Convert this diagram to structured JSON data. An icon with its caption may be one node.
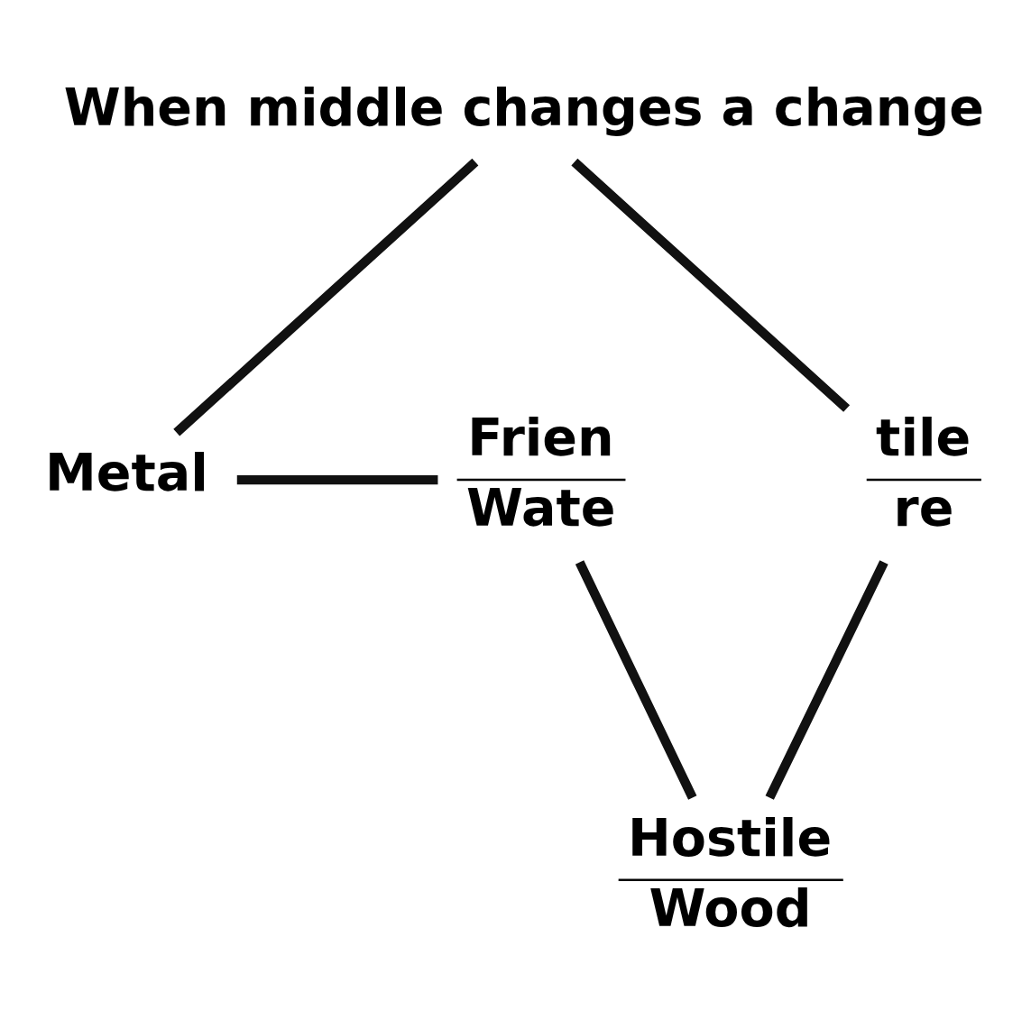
{
  "diagram": {
    "nodes": [
      {
        "text": [
          "When middle changes a change"
        ]
      },
      {
        "text": [
          "tile",
          "re"
        ]
      },
      {
        "text": [
          "Frien",
          "Wate"
        ]
      },
      {
        "text": [
          "Metal"
        ]
      },
      {
        "text": [
          "Hostile",
          "Wood"
        ]
      }
    ],
    "edges": [
      {
        "from": 1,
        "to": 0,
        "arrow": "none"
      },
      {
        "from": 0,
        "to": 3,
        "arrow": "none"
      },
      {
        "from": 3,
        "to": 2,
        "arrow": "none"
      },
      {
        "from": 1,
        "to": 4,
        "arrow": "none"
      },
      {
        "from": 4,
        "to": 2,
        "arrow": "none"
      }
    ]
  }
}
